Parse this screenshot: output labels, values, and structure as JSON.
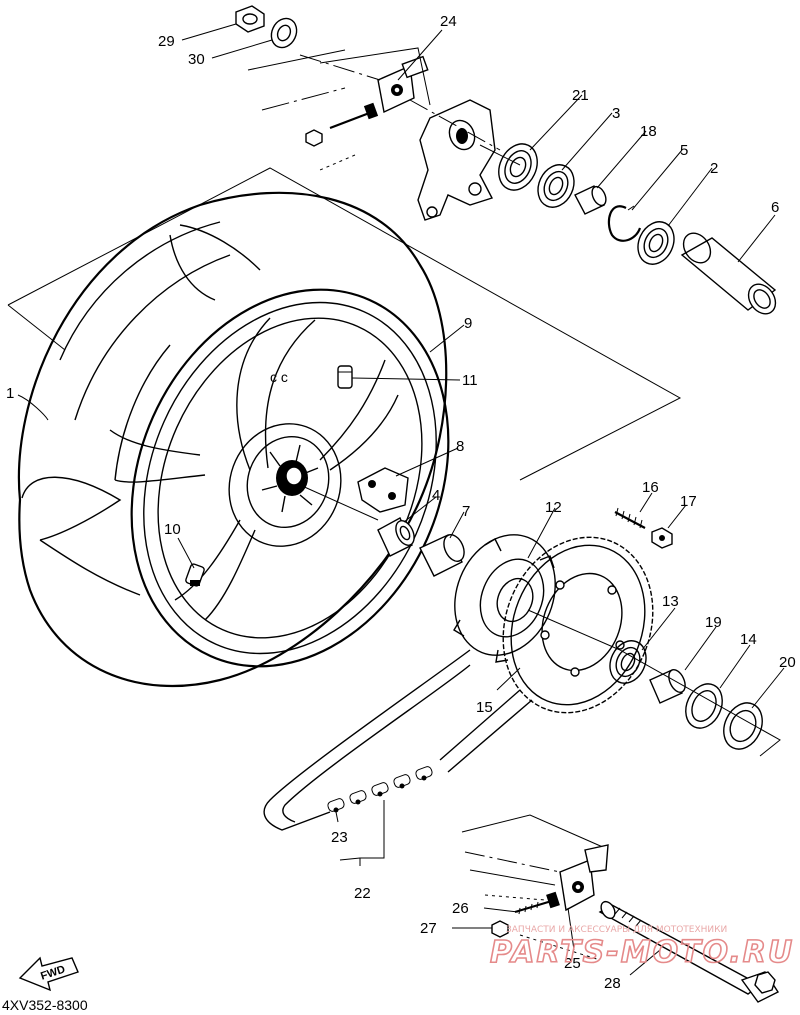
{
  "diagram": {
    "parts": [
      {
        "id": "1",
        "text": "1"
      },
      {
        "id": "2",
        "text": "2"
      },
      {
        "id": "3",
        "text": "3"
      },
      {
        "id": "4",
        "text": "4"
      },
      {
        "id": "5",
        "text": "5"
      },
      {
        "id": "6",
        "text": "6"
      },
      {
        "id": "7",
        "text": "7"
      },
      {
        "id": "8",
        "text": "8"
      },
      {
        "id": "9",
        "text": "9"
      },
      {
        "id": "10",
        "text": "10"
      },
      {
        "id": "11",
        "text": "11"
      },
      {
        "id": "12",
        "text": "12"
      },
      {
        "id": "13",
        "text": "13"
      },
      {
        "id": "14",
        "text": "14"
      },
      {
        "id": "15",
        "text": "15"
      },
      {
        "id": "16",
        "text": "16"
      },
      {
        "id": "17",
        "text": "17"
      },
      {
        "id": "18",
        "text": "18"
      },
      {
        "id": "19",
        "text": "19"
      },
      {
        "id": "20",
        "text": "20"
      },
      {
        "id": "21",
        "text": "21"
      },
      {
        "id": "22",
        "text": "22"
      },
      {
        "id": "23",
        "text": "23"
      },
      {
        "id": "24",
        "text": "24"
      },
      {
        "id": "25",
        "text": "25"
      },
      {
        "id": "26",
        "text": "26"
      },
      {
        "id": "27",
        "text": "27"
      },
      {
        "id": "28",
        "text": "28"
      },
      {
        "id": "29",
        "text": "29"
      },
      {
        "id": "30",
        "text": "30"
      }
    ],
    "drawing_code": "4XV352-8300",
    "fwd_label": "FWD"
  },
  "watermark": {
    "subtitle": "ЗАПЧАСТИ И АКСЕССУАРЫ ДЛЯ МОТОТЕХНИКИ",
    "brand": "PARTS-MOTO.RU",
    "color": "#e58a8a"
  }
}
